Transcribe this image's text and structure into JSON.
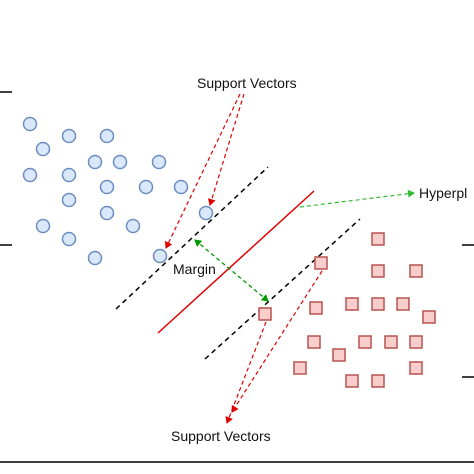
{
  "labels": {
    "support_vectors_top": "Support Vectors",
    "support_vectors_bottom": "Support Vectors",
    "hyperplane": "Hyperpl",
    "margin": "Margin"
  },
  "colors": {
    "circle_fill": "#dae8fc",
    "circle_stroke": "#6c8ebf",
    "square_fill": "#f8cecc",
    "square_stroke": "#b85450",
    "hyperplane": "#e00000",
    "margin_lines": "#000000",
    "margin_arrow": "#009900",
    "hyperplane_arrow": "#33bb33",
    "support_arrows": "#e00000",
    "frame": "#000000"
  }
}
